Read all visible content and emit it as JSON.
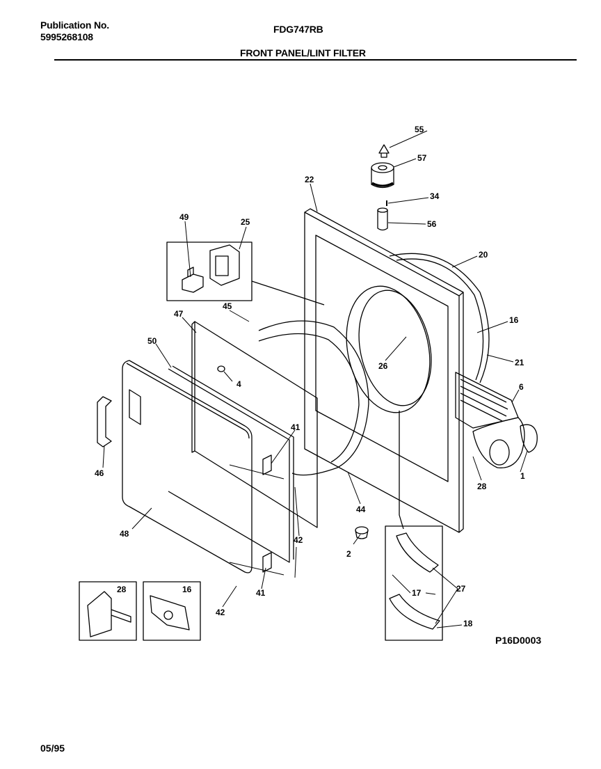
{
  "header": {
    "publication_label": "Publication No.",
    "publication_number": "5995268108",
    "model": "FDG747RB",
    "section_title": "FRONT PANEL/LINT FILTER"
  },
  "footer": {
    "date": "05/95",
    "diagram_code": "P16D0003"
  },
  "callouts": [
    {
      "id": "c55",
      "text": "55"
    },
    {
      "id": "c57",
      "text": "57"
    },
    {
      "id": "c34",
      "text": "34"
    },
    {
      "id": "c56",
      "text": "56"
    },
    {
      "id": "c22",
      "text": "22"
    },
    {
      "id": "c20",
      "text": "20"
    },
    {
      "id": "c49",
      "text": "49"
    },
    {
      "id": "c25",
      "text": "25"
    },
    {
      "id": "c45",
      "text": "45"
    },
    {
      "id": "c47",
      "text": "47"
    },
    {
      "id": "c16a",
      "text": "16"
    },
    {
      "id": "c50",
      "text": "50"
    },
    {
      "id": "c26",
      "text": "26"
    },
    {
      "id": "c21",
      "text": "21"
    },
    {
      "id": "c4",
      "text": "4"
    },
    {
      "id": "c6",
      "text": "6"
    },
    {
      "id": "c41a",
      "text": "41"
    },
    {
      "id": "c46",
      "text": "46"
    },
    {
      "id": "c1",
      "text": "1"
    },
    {
      "id": "c28a",
      "text": "28"
    },
    {
      "id": "c44",
      "text": "44"
    },
    {
      "id": "c42a",
      "text": "42"
    },
    {
      "id": "c48",
      "text": "48"
    },
    {
      "id": "c2",
      "text": "2"
    },
    {
      "id": "c27",
      "text": "27"
    },
    {
      "id": "c17",
      "text": "17"
    },
    {
      "id": "c41b",
      "text": "41"
    },
    {
      "id": "c42b",
      "text": "42"
    },
    {
      "id": "c28b",
      "text": "28"
    },
    {
      "id": "c16b",
      "text": "16"
    },
    {
      "id": "c18",
      "text": "18"
    }
  ]
}
